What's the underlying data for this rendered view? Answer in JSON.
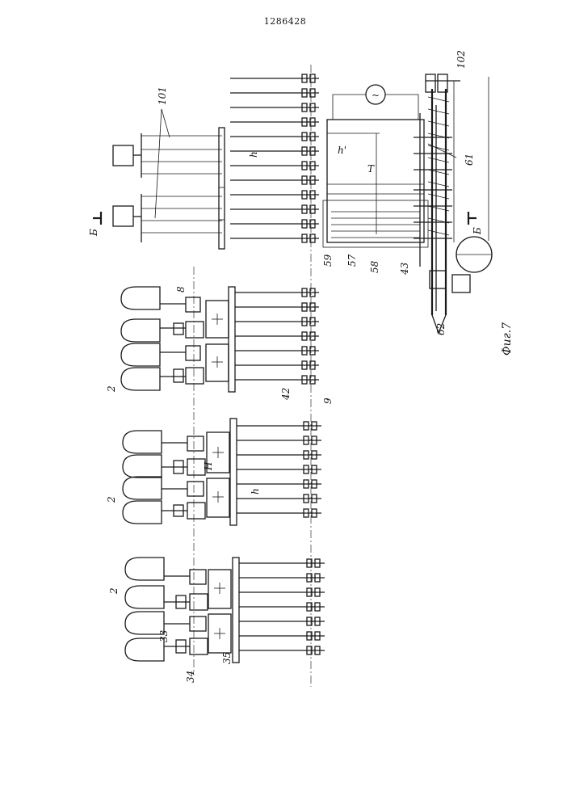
{
  "document_number": "1286428",
  "figure_caption": "Фиг.7",
  "section_marker": "Б",
  "labels": {
    "l101": "101",
    "l102": "102",
    "l8": "8",
    "l2a": "2",
    "l2b": "2",
    "l2c": "2",
    "l42": "42",
    "l9": "9",
    "l33": "33",
    "l34": "34",
    "l35": "35",
    "l43": "43",
    "l57": "57",
    "l58": "58",
    "l59": "59",
    "l61": "61",
    "l62": "62",
    "h": "h",
    "h1": "h'",
    "h2": "h",
    "H": "H",
    "T": "T",
    "ac": "~"
  }
}
